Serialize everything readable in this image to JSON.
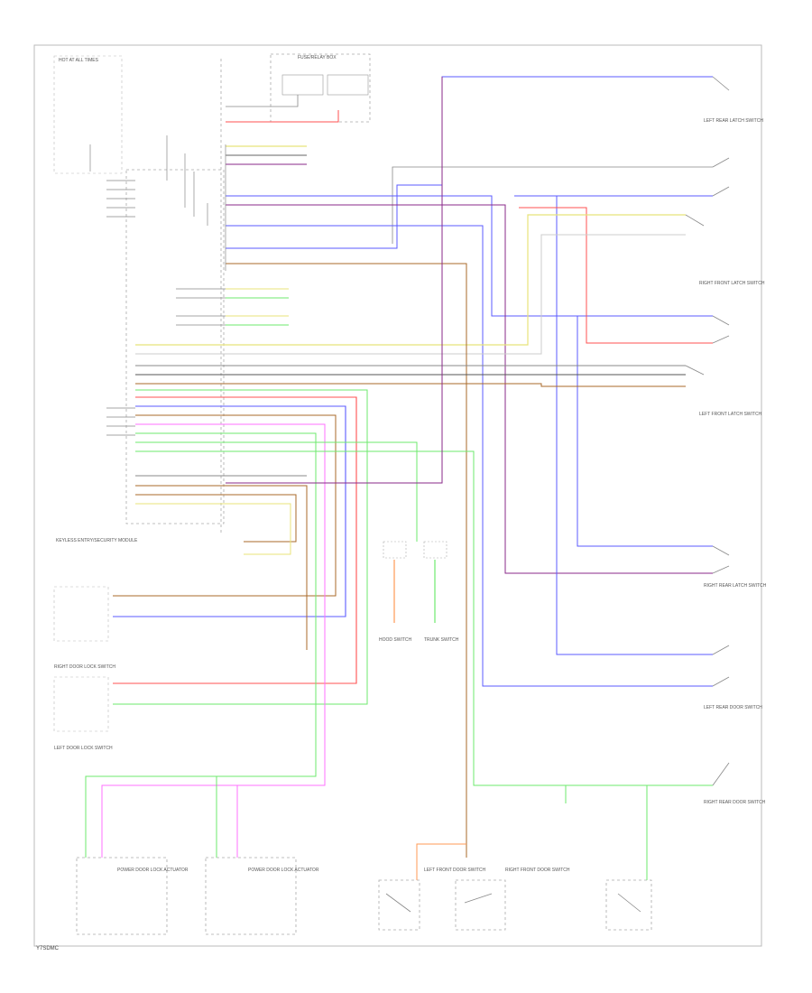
{
  "footer_code": "Y7SDMC",
  "colors": {
    "blue": "#5b5bff",
    "red": "#ff5050",
    "green": "#6ee86e",
    "orange": "#ff9a55",
    "brown": "#a86a2a",
    "purple": "#8a2a8a",
    "yellow": "#e8e37a",
    "pink": "#ff70ff",
    "gray": "#888888",
    "black": "#333333"
  },
  "labels": {
    "hot_all_times": "HOT AT ALL TIMES",
    "fuse_box": "FUSE/RELAY BOX",
    "keyless_module": "KEYLESS ENTRY/SECURITY MODULE",
    "left_rear_latch": "LEFT REAR LATCH SWITCH",
    "right_rear_latch": "RIGHT REAR LATCH SWITCH",
    "right_front_latch": "RIGHT FRONT LATCH SWITCH",
    "left_front_latch": "LEFT FRONT LATCH SWITCH",
    "right_door_lock": "RIGHT DOOR LOCK SWITCH",
    "left_door_lock": "LEFT DOOR LOCK SWITCH",
    "power_door_lock_left": "POWER DOOR LOCK ACTUATOR",
    "power_door_lock_right": "POWER DOOR LOCK ACTUATOR",
    "hood_switch": "HOOD SWITCH",
    "trunk_switch": "TRUNK SWITCH",
    "left_front_door_sw": "LEFT FRONT DOOR SWITCH",
    "right_front_door_sw": "RIGHT FRONT DOOR SWITCH",
    "left_rear_door_sw": "LEFT REAR DOOR SWITCH",
    "right_rear_door_sw": "RIGHT REAR DOOR SWITCH"
  }
}
